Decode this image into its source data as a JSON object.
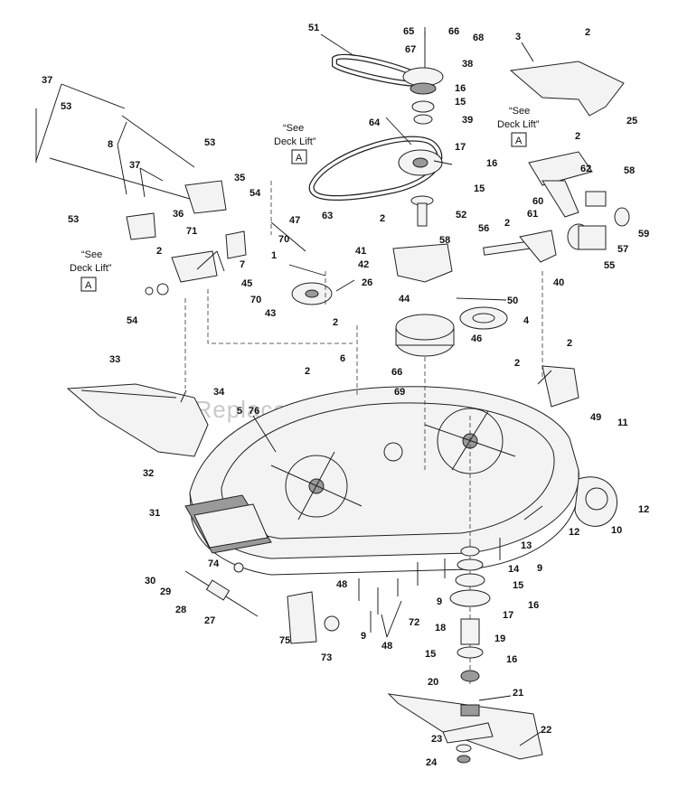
{
  "watermark": "eReplacementParts.com",
  "notes": {
    "see_deck_lift_label": "\"See Deck Lift\"",
    "ref_letter": "A"
  },
  "callouts": [
    "65",
    "66",
    "51",
    "67",
    "68",
    "3",
    "2",
    "38",
    "37",
    "16",
    "15",
    "53",
    "64",
    "39",
    "25",
    "2",
    "8",
    "17",
    "53",
    "16",
    "15",
    "37",
    "35",
    "62",
    "58",
    "54",
    "2",
    "52",
    "63",
    "47",
    "60",
    "61",
    "53",
    "36",
    "59",
    "56",
    "2",
    "71",
    "70",
    "58",
    "41",
    "1",
    "42",
    "2",
    "26",
    "7",
    "57",
    "70",
    "54",
    "45",
    "40",
    "55",
    "44",
    "50",
    "43",
    "2",
    "4",
    "6",
    "46",
    "2",
    "66",
    "2",
    "33",
    "34",
    "69",
    "2",
    "11",
    "49",
    "5",
    "76",
    "32",
    "12",
    "31",
    "10",
    "12",
    "13",
    "9",
    "30",
    "74",
    "14",
    "48",
    "15",
    "29",
    "9",
    "16",
    "28",
    "72",
    "17",
    "27",
    "9",
    "48",
    "19",
    "18",
    "75",
    "73",
    "16",
    "15",
    "20",
    "21",
    "22",
    "23",
    "24"
  ]
}
